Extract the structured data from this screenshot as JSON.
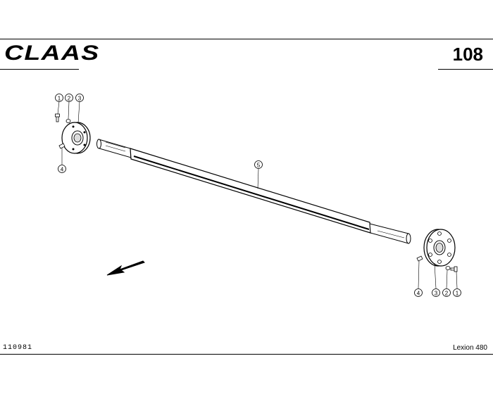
{
  "header": {
    "brand": "CLAAS",
    "page_number": "108"
  },
  "footer": {
    "document_id": "110981",
    "model": "Lexion 480"
  },
  "callouts": {
    "left_assembly": [
      "1",
      "2",
      "3",
      "4"
    ],
    "shaft": "5",
    "right_assembly": [
      "4",
      "3",
      "2",
      "1"
    ]
  },
  "icons": {
    "direction_arrow": "arrow-icon"
  }
}
